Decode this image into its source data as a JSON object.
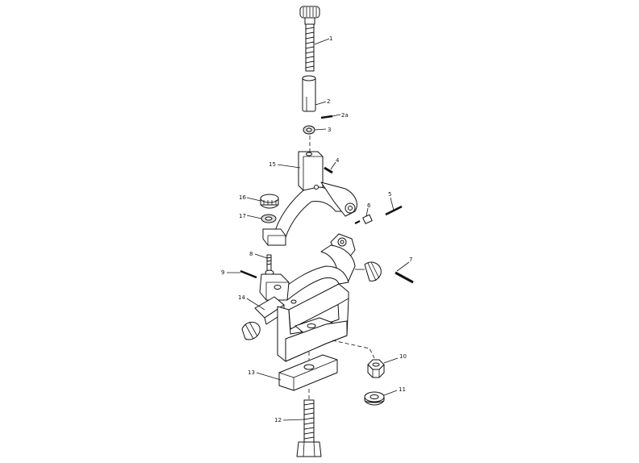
{
  "diagram": {
    "labels": {
      "p1": "1",
      "p2": "2",
      "p2a": "2a",
      "p3": "3",
      "p4": "4",
      "p5": "5",
      "p6": "6",
      "p7": "7",
      "p8": "8",
      "p9": "9",
      "p10": "10",
      "p11": "11",
      "p12": "12",
      "p13": "13",
      "p14": "14",
      "p15": "15",
      "p16": "16",
      "p17": "17"
    }
  }
}
